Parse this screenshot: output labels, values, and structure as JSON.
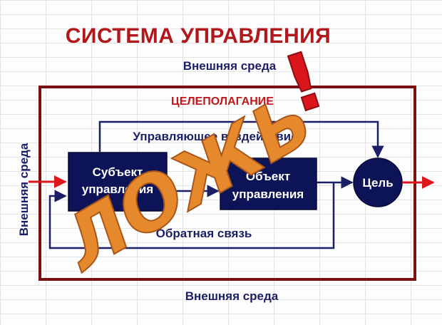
{
  "title": "СИСТЕМА УПРАВЛЕНИЯ",
  "environment": {
    "top": "Внешняя среда",
    "left": "Внешняя среда",
    "bottom": "Внешняя среда"
  },
  "goal_setting": "ЦЕЛЕПОЛАГАНИЕ",
  "control_action": "Управляющее воздействие",
  "feedback": "Обратная связь",
  "control_subject": {
    "line1": "Субъект",
    "line2": "управления"
  },
  "control_object": {
    "line1": "Объект",
    "line2": "управления"
  },
  "goal": "Цель",
  "stamp": {
    "word": "ЛОЖЬ",
    "mark": "!"
  },
  "colors": {
    "frame": "#7b0f12",
    "box": "#0c1457",
    "arrow": "#1b1f66",
    "input_arrow": "#e0161d",
    "title": "#b0181c",
    "stamp": "#e5892c",
    "exclamation": "#d8161b"
  }
}
